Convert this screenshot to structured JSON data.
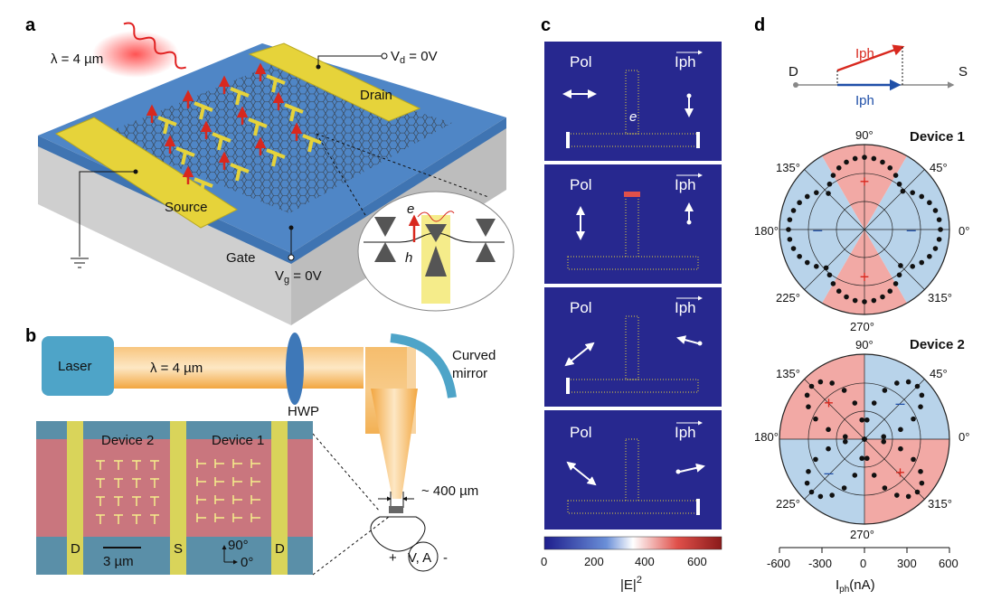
{
  "panels": {
    "a": {
      "label": "a",
      "wavelength": "λ = 4 µm",
      "vd": "V",
      "vd_sub": "d",
      "vd_val": " = 0V",
      "vg": "V",
      "vg_sub": "g",
      "vg_val": " = 0V",
      "drain": "Drain",
      "source": "Source",
      "gate": "Gate",
      "electron": "e",
      "hole": "h",
      "colors": {
        "substrate": "#4f86c6",
        "contacts": "#e6d33a",
        "graphene": "#3a3a3a",
        "arrows": "#d8281e"
      }
    },
    "b": {
      "label": "b",
      "laser": "Laser",
      "wavelength": "λ = 4 µm",
      "hwp": "HWP",
      "mirror_line1": "Curved",
      "mirror_line2": "mirror",
      "spot": "~ 400 µm",
      "device2": "Device 2",
      "device1": "Device 1",
      "d_left": "D",
      "s_mid": "S",
      "d_right": "D",
      "scale": "3 µm",
      "angle90": "90°",
      "angle0": "0°",
      "meter": "V, A",
      "plus": "+",
      "minus": "-",
      "colors": {
        "laser": "#4ea4c8",
        "beam": "#f2a640",
        "sample": "#c9767e",
        "electrodes": "#d9d45a"
      }
    },
    "c": {
      "label": "c",
      "pol": "Pol",
      "iph": "Iph",
      "colorbar_ticks": [
        "0",
        "200",
        "400",
        "600"
      ],
      "colorbar_label": "|E|",
      "colorbar_sup": "2",
      "electron": "e",
      "colors": {
        "field_bg": "#27288f",
        "low": "#1a1a8a",
        "high": "#b3282a"
      }
    },
    "d": {
      "label": "d",
      "iph_vec": "Iph",
      "iph_proj": "Iph",
      "drain": "D",
      "source": "S",
      "device1": "Device 1",
      "device2": "Device 2",
      "angles": [
        "90°",
        "45°",
        "0°",
        "315°",
        "270°",
        "225°",
        "180°",
        "135°"
      ],
      "x_ticks": [
        "-600",
        "-300",
        "0",
        "300",
        "600"
      ],
      "x_label": "I",
      "x_label_sub": "ph",
      "x_label_unit": "(nA)",
      "plus": "+",
      "minus": "–",
      "colors": {
        "positive": "#f2a9a5",
        "negative": "#b8d3ea",
        "sign_pos": "#d8281e",
        "sign_neg": "#1f4fa8"
      }
    }
  }
}
